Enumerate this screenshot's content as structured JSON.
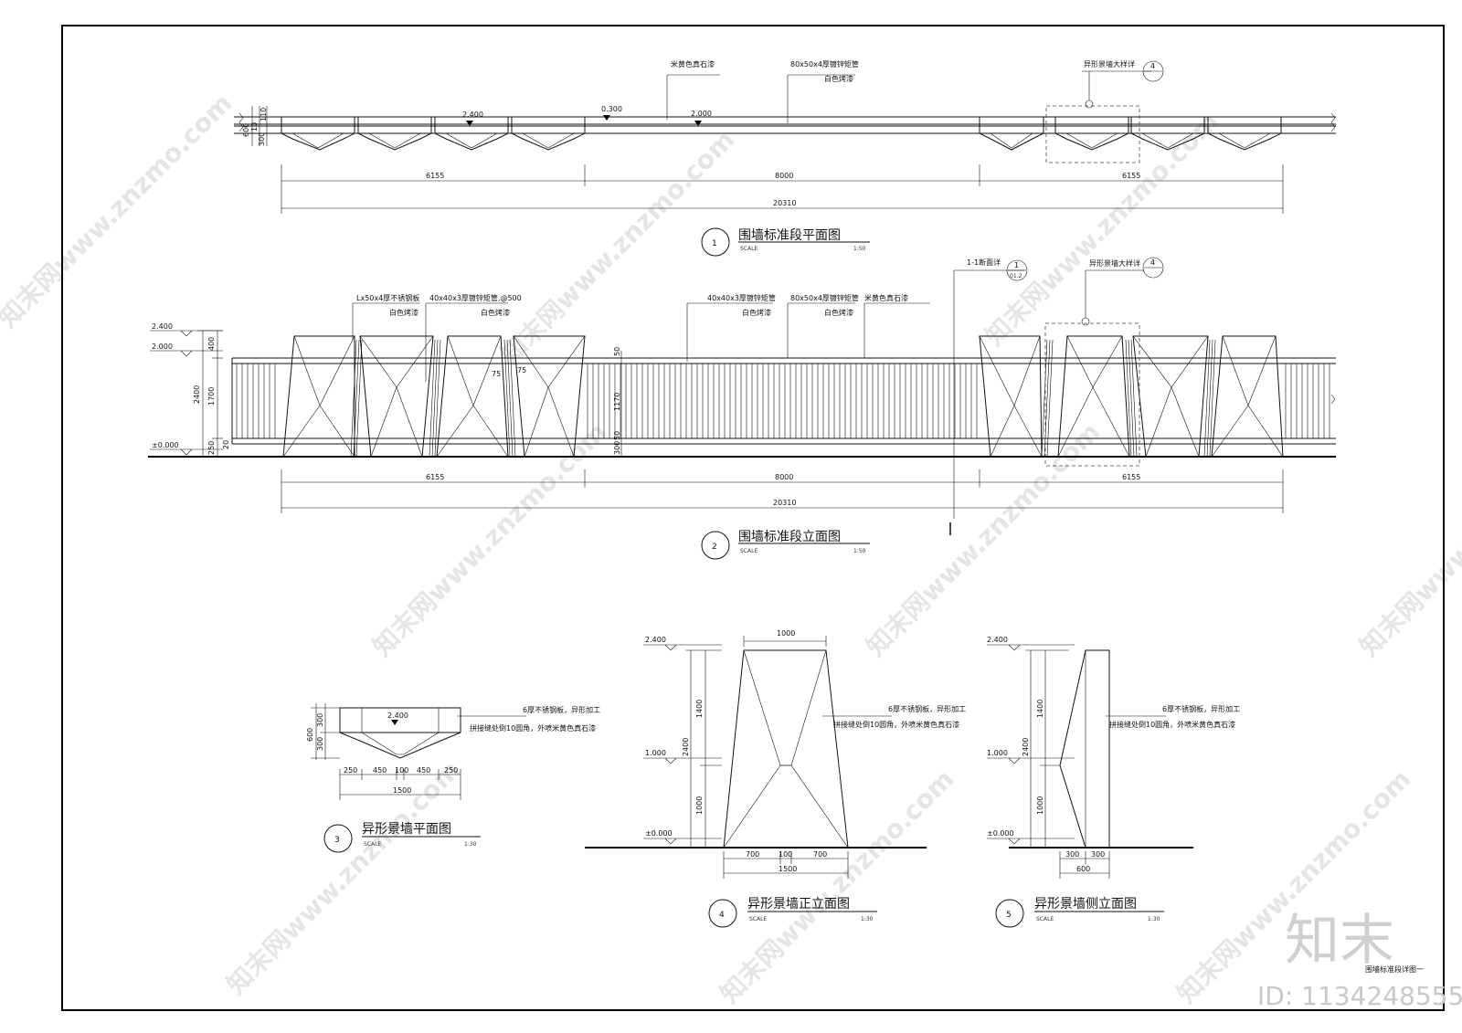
{
  "drawing": {
    "labels": {
      "plan_mat1": "米黄色真石漆",
      "plan_mat2": "80x50x4厚镀锌矩管",
      "plan_mat2_b": "白色烤漆",
      "plan_detail": "异形景墙大样详",
      "plan_detail_num": "4",
      "elev_stainless": "Lx50x4厚不锈钢板",
      "elev_stainless_b": "白色烤漆",
      "elev_pipe1": "40x40x3厚镀锌矩管,@500",
      "elev_pipe1_b": "白色烤漆",
      "elev_pipe2": "40x40x3厚镀锌矩管",
      "elev_pipe2_b": "白色烤漆",
      "elev_pipe3": "80x50x4厚镀锌矩管",
      "elev_pipe3_b": "白色烤漆",
      "elev_paint": "米黄色真石漆",
      "section_ref": "1-1断面详",
      "section_num": "1",
      "section_sheet": "01.2",
      "elev_detail": "异形景墙大样详",
      "elev_detail_num": "4",
      "steel_plate": "6厚不锈钢板，异形加工",
      "steel_plate_b": "拼接缝处倒10圆角，外喷米黄色真石漆"
    },
    "levels": {
      "l2400": "2.400",
      "l2000": "2.000",
      "l0300": "0.300",
      "l1000": "1.000",
      "l0000": "±0.000"
    },
    "dims": {
      "d6155": "6155",
      "d8000": "8000",
      "d20310": "20310",
      "d2400": "2400",
      "d1700": "1700",
      "d400": "400",
      "d1170": "1170",
      "d50": "50",
      "d300": "300",
      "d20": "20",
      "d250": "250",
      "d75": "75",
      "d600": "600",
      "d10": "10",
      "d110": "110",
      "d450": "450",
      "d100": "100",
      "d1500": "1500",
      "d1000": "1000",
      "d1400": "1400",
      "d700": "700"
    },
    "titles": [
      {
        "num": "1",
        "title": "围墙标准段平面图",
        "scale_label": "SCALE",
        "scale": "1:50"
      },
      {
        "num": "2",
        "title": "围墙标准段立面图",
        "scale_label": "SCALE",
        "scale": "1:50"
      },
      {
        "num": "3",
        "title": "异形景墙平面图",
        "scale_label": "SCALE",
        "scale": "1:30"
      },
      {
        "num": "4",
        "title": "异形景墙正立面图",
        "scale_label": "SCALE",
        "scale": "1:30"
      },
      {
        "num": "5",
        "title": "异形景墙侧立面图",
        "scale_label": "SCALE",
        "scale": "1:30"
      }
    ],
    "sheet_title": "围墙标准段详图一",
    "watermark": "知末网www.znzmo.com",
    "brand": "知末",
    "id_label": "ID: 1134248555"
  }
}
